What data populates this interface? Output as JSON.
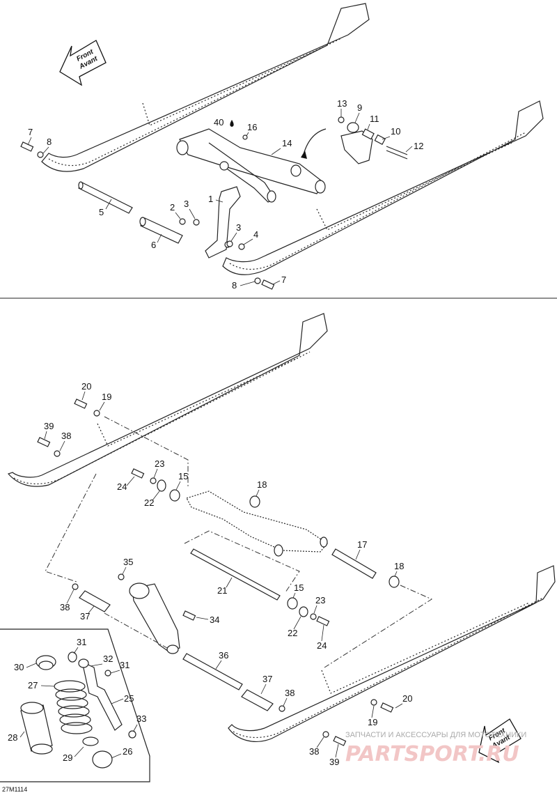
{
  "diagram": {
    "code": "27M1114",
    "front_arrow": {
      "line1": "Front",
      "line2": "Avant"
    },
    "watermark": {
      "top": "ЗАПЧАСТИ И АКСЕССУАРЫ ДЛЯ МОТОТЕХНИКИ",
      "logo": "PARTSPORT.RU"
    },
    "callouts": {
      "c1": "1",
      "c2": "2",
      "c3a": "3",
      "c3b": "3",
      "c4": "4",
      "c5": "5",
      "c6": "6",
      "c7a": "7",
      "c7b": "7",
      "c8a": "8",
      "c8b": "8",
      "c9": "9",
      "c10": "10",
      "c11": "11",
      "c12": "12",
      "c13": "13",
      "c14": "14",
      "c16": "16",
      "c40": "40",
      "c20a": "20",
      "c19a": "19",
      "c39a": "39",
      "c38a": "38",
      "c24a": "24",
      "c23a": "23",
      "c22a": "22",
      "c15a": "15",
      "c18a": "18",
      "c17": "17",
      "c18b": "18",
      "c21": "21",
      "c15b": "15",
      "c23b": "23",
      "c22b": "22",
      "c24b": "24",
      "c35": "35",
      "c38b": "38",
      "c37a": "37",
      "c34": "34",
      "c36": "36",
      "c37b": "37",
      "c38c": "38",
      "c20b": "20",
      "c19b": "19",
      "c38d": "38",
      "c39b": "39",
      "c31a": "31",
      "c30": "30",
      "c32": "32",
      "c31b": "31",
      "c27": "27",
      "c25": "25",
      "c28": "28",
      "c33": "33",
      "c29": "29",
      "c26": "26"
    }
  }
}
